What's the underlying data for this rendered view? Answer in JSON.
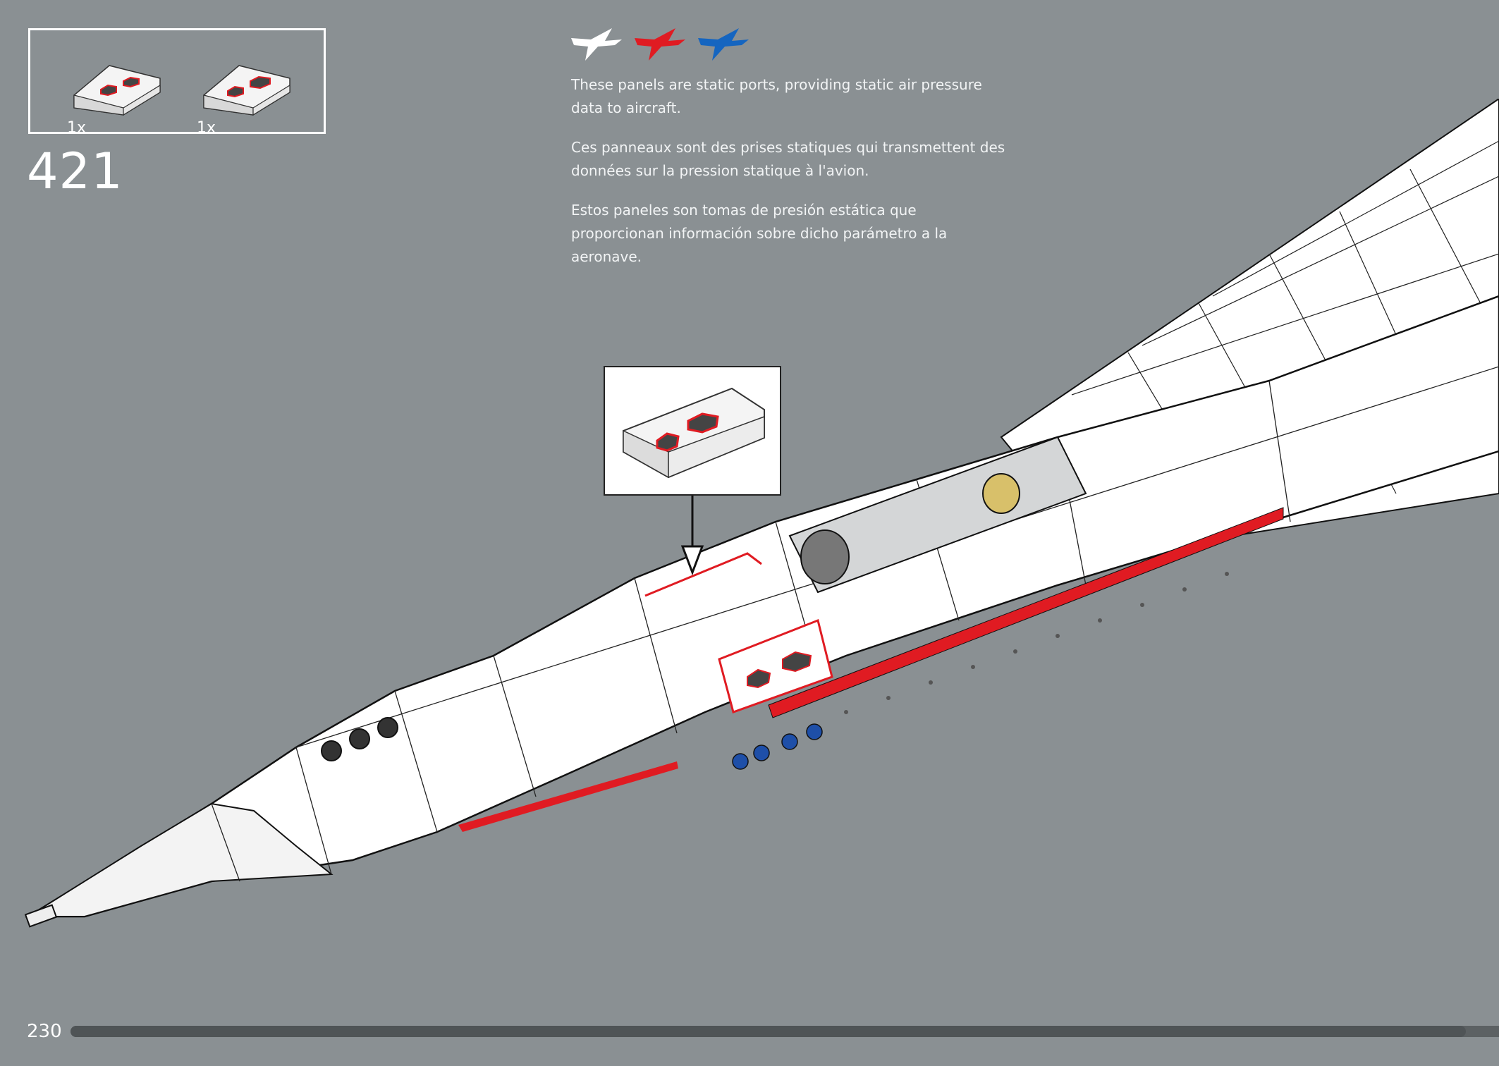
{
  "parts_list": {
    "items": [
      {
        "qty": "1x",
        "icon": "slope-tile-with-port-prints"
      },
      {
        "qty": "1x",
        "icon": "slope-tile-with-port-prints"
      }
    ]
  },
  "step": {
    "number": "421"
  },
  "flags": [
    {
      "icon": "concorde-white-icon",
      "color": "#ffffff"
    },
    {
      "icon": "concorde-red-icon",
      "color": "#e01b22"
    },
    {
      "icon": "concorde-blue-icon",
      "color": "#1565c0"
    }
  ],
  "instructions": {
    "en": "These panels are static ports, providing static air pressure data to aircraft.",
    "fr": "Ces panneaux sont des prises statiques qui transmettent des données sur la pression statique à l'avion.",
    "es": "Estos paneles son tomas de presión estática que proporcionan información sobre dicho parámetro a la aeronave."
  },
  "colors": {
    "background": "#8a9093",
    "accent_red": "#e01b22",
    "accent_blue": "#1e4fa8"
  },
  "footer": {
    "page_number": "230",
    "progress": 0.97
  }
}
